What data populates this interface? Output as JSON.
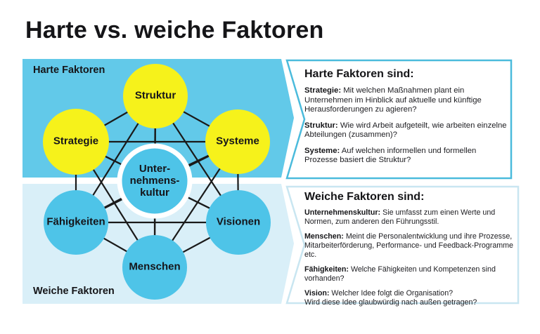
{
  "title": "Harte vs. weiche Faktoren",
  "colors": {
    "hard_bg": "#62c9e9",
    "soft_bg": "#d9eff8",
    "yellow": "#f6f21b",
    "node_blue": "#4ec4e8",
    "line": "#1a1a1a",
    "hard_panel_border": "#4bbbdc",
    "soft_panel_border": "#c9e6f1",
    "panel_fill": "#ffffff"
  },
  "diagram": {
    "hard_region_label": "Harte Faktoren",
    "soft_region_label": "Weiche Faktoren",
    "nodes": [
      {
        "id": "struktur",
        "label": "Struktur",
        "group": "hard"
      },
      {
        "id": "strategie",
        "label": "Strategie",
        "group": "hard"
      },
      {
        "id": "systeme",
        "label": "Systeme",
        "group": "hard"
      },
      {
        "id": "unternehmenskultur",
        "label": "Unter-\nnehmens-\nkultur",
        "group": "center"
      },
      {
        "id": "faehigkeiten",
        "label": "Fähigkeiten",
        "group": "soft"
      },
      {
        "id": "visionen",
        "label": "Visionen",
        "group": "soft"
      },
      {
        "id": "menschen",
        "label": "Menschen",
        "group": "soft"
      }
    ]
  },
  "panels": {
    "hard": {
      "heading": "Harte Faktoren sind:",
      "items": [
        {
          "term": "Strategie:",
          "text": "Mit welchen Maßnahmen plant ein Unternehmen im Hinblick auf aktuelle und künftige Herausforderungen zu agieren?"
        },
        {
          "term": "Struktur:",
          "text": "Wie wird Arbeit aufgeteilt, wie arbeiten einzelne Abteilungen (zusammen)?"
        },
        {
          "term": "Systeme:",
          "text": "Auf welchen informellen und formellen Prozesse basiert die Struktur?"
        }
      ]
    },
    "soft": {
      "heading": "Weiche Faktoren sind:",
      "items": [
        {
          "term": "Unternehmenskultur:",
          "text": "Sie umfasst zum einen Werte und Normen, zum anderen den Führungsstil."
        },
        {
          "term": "Menschen:",
          "text": "Meint die Personalentwicklung und ihre Prozesse, Mitarbeiterförderung, Performance- und Feedback-Programme etc."
        },
        {
          "term": "Fähigkeiten:",
          "text": "Welche Fähigkeiten und Kompetenzen sind vorhanden?"
        },
        {
          "term": "Vision:",
          "text": "Welcher Idee folgt die Organisation?\nWird diese Idee glaubwürdig nach außen getragen?"
        }
      ]
    }
  }
}
